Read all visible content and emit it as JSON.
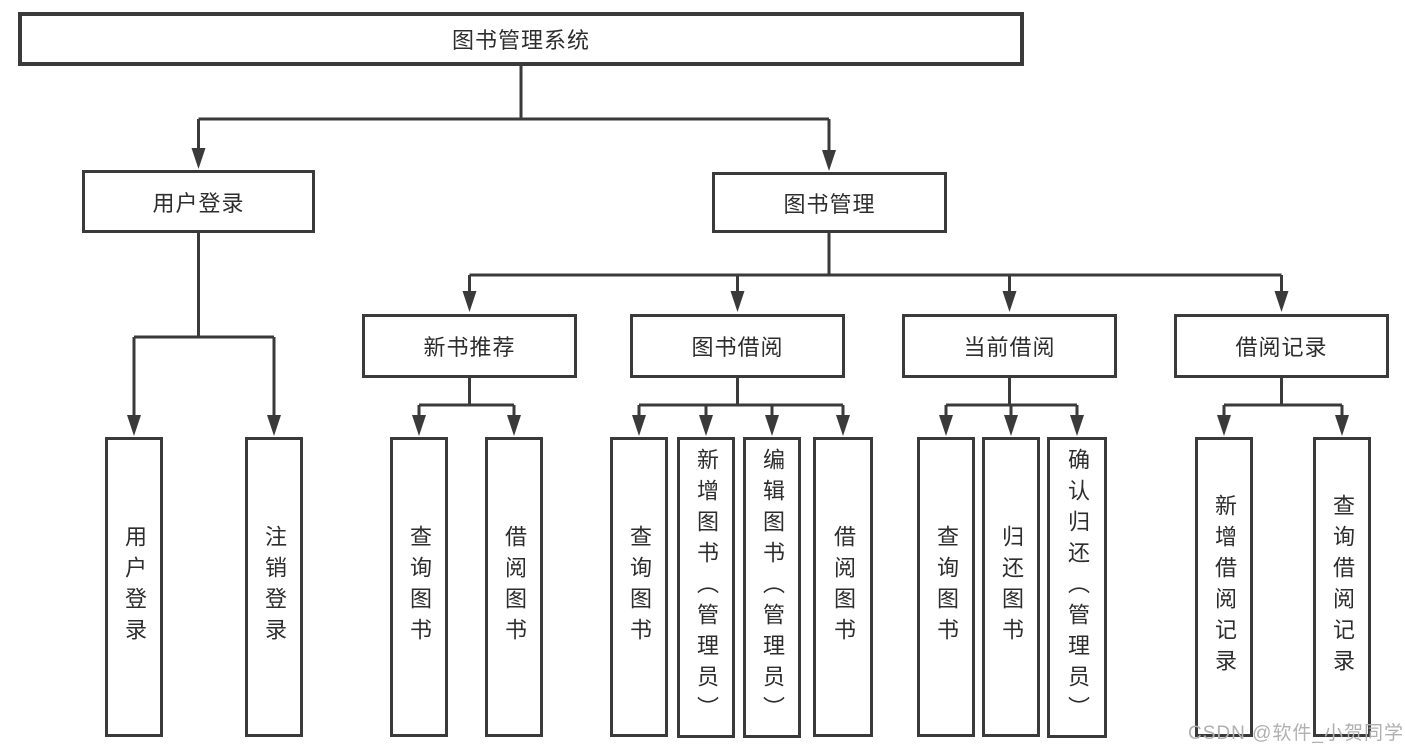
{
  "tree": {
    "label": "图书管理系统",
    "children": [
      {
        "label": "用户登录",
        "children": [
          {
            "label": "用户登录"
          },
          {
            "label": "注销登录"
          }
        ]
      },
      {
        "label": "图书管理",
        "children": [
          {
            "label": "新书推荐",
            "children": [
              {
                "label": "查询图书"
              },
              {
                "label": "借阅图书"
              }
            ]
          },
          {
            "label": "图书借阅",
            "children": [
              {
                "label": "查询图书"
              },
              {
                "label": "新增图书（管理员）"
              },
              {
                "label": "编辑图书（管理员）"
              },
              {
                "label": "借阅图书"
              }
            ]
          },
          {
            "label": "当前借阅",
            "children": [
              {
                "label": "查询图书"
              },
              {
                "label": "归还图书"
              },
              {
                "label": "确认归还（管理员）"
              }
            ]
          },
          {
            "label": "借阅记录",
            "children": [
              {
                "label": "新增借阅记录"
              },
              {
                "label": "查询借阅记录"
              }
            ]
          }
        ]
      }
    ]
  },
  "watermark": {
    "text": "CSDN @软件_小贺同学"
  },
  "colors": {
    "line": "#3a3a3a",
    "box_border": "#3a3a3a",
    "box_fill": "#ffffff",
    "text": "#2d2d2d",
    "watermark": "#b0b0b0"
  }
}
